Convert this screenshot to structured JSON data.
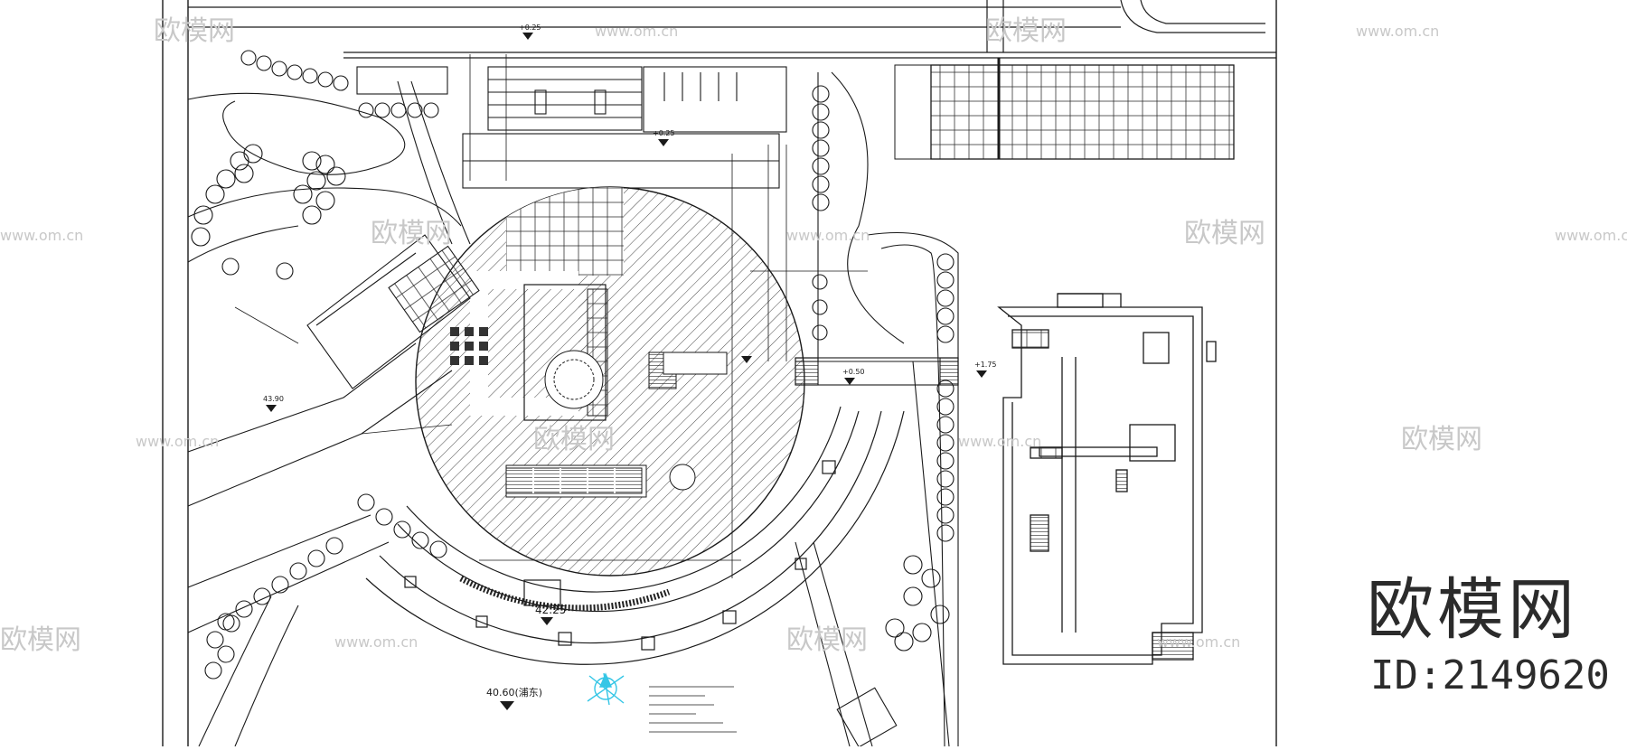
{
  "drawing": {
    "label_plaza_level": "42.25",
    "label_south_level": "40.60(浦东)",
    "label_west_level": "43.90",
    "label_east_level": "+1.75",
    "label_bridge_level": "+0.50",
    "label_north_level": "+0.25",
    "label_core_level": "+0.25"
  },
  "watermark": {
    "brand_text": "欧模网",
    "id_text": "ID:2149620",
    "url_text": "www.om.cn"
  },
  "colors": {
    "line": "#1a1a1a",
    "hatch": "#333333",
    "north_arrow": "#35c6e6",
    "watermark": "#c8c8c8"
  }
}
